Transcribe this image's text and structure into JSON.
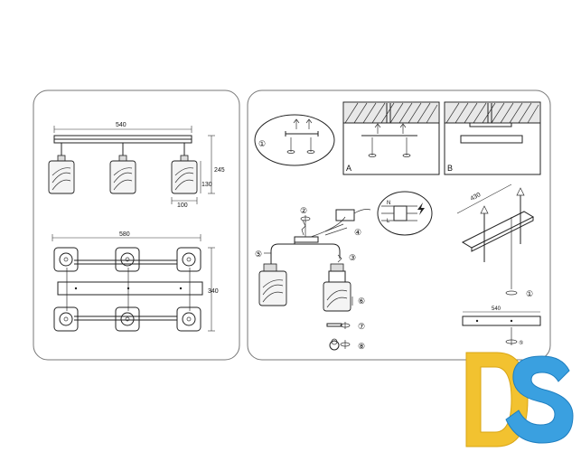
{
  "left_panel": {
    "dim_total_length": "540",
    "dim_height": "245",
    "dim_shade_height": "130",
    "dim_shade_width": "100",
    "dim_base_length": "580",
    "dim_base_depth": "340"
  },
  "right_panel": {
    "step_1": "①",
    "label_a": "A",
    "label_b": "B",
    "step_2": "②",
    "step_3": "③",
    "step_4": "④",
    "step_5": "⑤",
    "step_6": "⑥",
    "step_7": "⑦",
    "step_8": "⑧",
    "dim_mount_length": "430",
    "dim_bar_length": "540",
    "step_1b": "①",
    "step_5b": "⑤",
    "wire_n": "N",
    "wire_l": "L"
  },
  "logo": {
    "text": "DS",
    "colors": {
      "d": "#f2c230",
      "s": "#3aa0e0"
    }
  }
}
